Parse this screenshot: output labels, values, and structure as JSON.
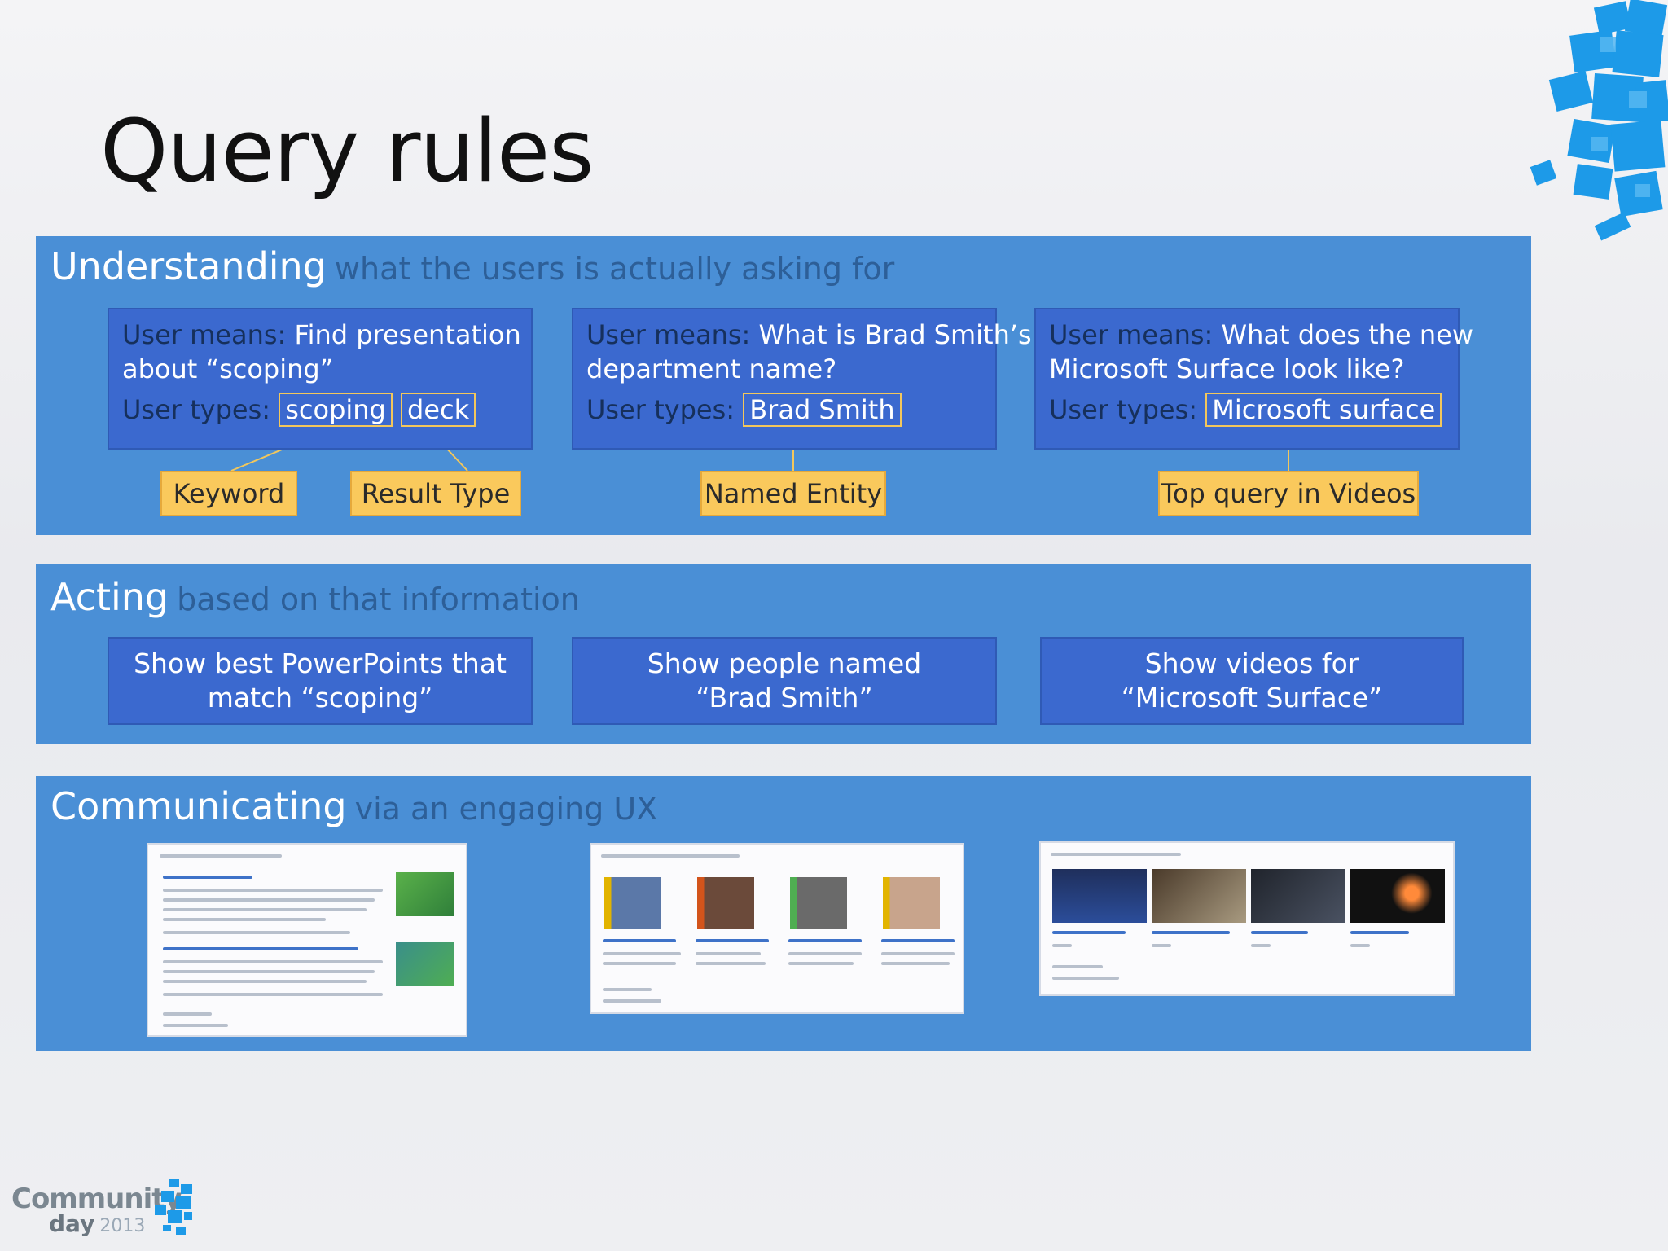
{
  "slide": {
    "title": "Query rules"
  },
  "understanding": {
    "heading": "Understanding",
    "subheading": "what the users is actually asking for",
    "means_label": "User means:",
    "types_label": "User types:",
    "cards": [
      {
        "means_line1": "Find presentation",
        "means_line2": "about “scoping”",
        "keywords": [
          "scoping",
          "deck"
        ]
      },
      {
        "means_line1": "What is Brad Smith’s",
        "means_line2": "department name?",
        "keywords": [
          "Brad Smith"
        ]
      },
      {
        "means_line1": "What does the new",
        "means_line2": "Microsoft Surface look like?",
        "keywords": [
          "Microsoft surface"
        ]
      }
    ],
    "tags": [
      "Keyword",
      "Result Type",
      "Named Entity",
      "Top query in Videos"
    ]
  },
  "acting": {
    "heading": "Acting",
    "subheading": "based on that information",
    "actions": [
      {
        "line1": "Show best PowerPoints that",
        "line2": "match “scoping”"
      },
      {
        "line1": "Show people named",
        "line2": "“Brad Smith”"
      },
      {
        "line1": "Show videos for",
        "line2": "“Microsoft Surface”"
      }
    ]
  },
  "communicating": {
    "heading": "Communicating",
    "subheading": "via an engaging UX"
  },
  "branding": {
    "logo_word1": "Community",
    "logo_word2": "day",
    "logo_year": "2013"
  },
  "colors": {
    "band": "#4a8fd6",
    "card": "#3b69cf",
    "tag": "#fac95c",
    "accent_cube": "#1d9ae8"
  }
}
